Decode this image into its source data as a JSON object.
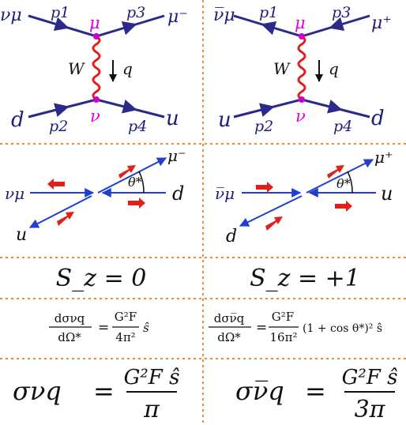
{
  "colors": {
    "fermion_line": "#2a2a8c",
    "boson_line": "#e0201a",
    "vertex": "#cc00cc",
    "divider": "#f08a3a",
    "momentum_arrow": "#e0201a",
    "helicity_line": "#1f3fd0"
  },
  "feynman": {
    "left": {
      "in_top": "νμ",
      "out_top": "μ⁻",
      "in_bottom": "d",
      "out_bottom": "u",
      "p1": "p1",
      "p2": "p2",
      "p3": "p3",
      "p4": "p4",
      "boson": "W",
      "transfer": "q",
      "vertex_top": "μ",
      "vertex_bottom": "ν"
    },
    "right": {
      "in_top": "ν̅μ",
      "out_top": "μ⁺",
      "in_bottom": "u",
      "out_bottom": "d",
      "p1": "p1",
      "p2": "p2",
      "p3": "p3",
      "p4": "p4",
      "boson": "W",
      "transfer": "q",
      "vertex_top": "μ",
      "vertex_bottom": "ν"
    }
  },
  "scattering": {
    "left": {
      "incoming": "νμ",
      "target": "d",
      "lepton": "μ⁻",
      "quark": "u",
      "angle": "θ*"
    },
    "right": {
      "incoming": "ν̅μ",
      "target": "u",
      "lepton": "μ⁺",
      "quark": "d",
      "angle": "θ*"
    }
  },
  "spin": {
    "left": "S_z = 0",
    "right": "S_z = +1"
  },
  "diff_xsec": {
    "left": {
      "num": "dσνq",
      "den": "dΩ*",
      "rhs_num": "G²F",
      "rhs_den": "4π²",
      "tail": "ŝ"
    },
    "right": {
      "num": "dσν̅q",
      "den": "dΩ*",
      "rhs_num": "G²F",
      "rhs_den": "16π²",
      "tail": "(1 + cos θ*)² ŝ"
    }
  },
  "total_xsec": {
    "left": {
      "lhs": "σνq",
      "num": "G²F ŝ",
      "den": "π"
    },
    "right": {
      "lhs": "σν̅q",
      "num": "G²F ŝ",
      "den": "3π"
    }
  }
}
